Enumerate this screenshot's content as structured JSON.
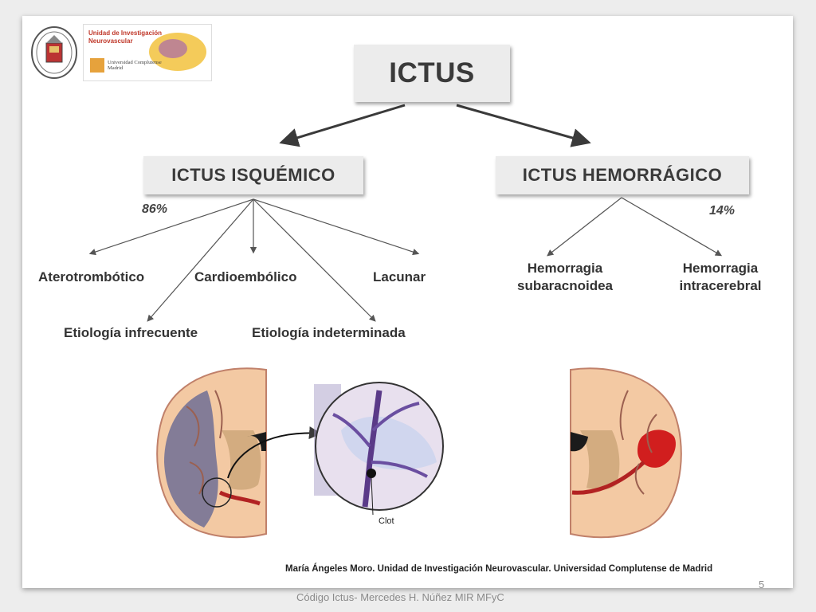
{
  "diagram": {
    "root": "ICTUS",
    "left_branch": {
      "title": "ICTUS ISQUÉMICO",
      "percent": "86%",
      "children": [
        "Aterotrombótico",
        "Cardioembólico",
        "Lacunar",
        "Etiología infrecuente",
        "Etiología indeterminada"
      ]
    },
    "right_branch": {
      "title": "ICTUS HEMORRÁGICO",
      "percent": "14%",
      "children": [
        "Hemorragia subaracnoidea",
        "Hemorragia intracerebral"
      ]
    }
  },
  "illustration": {
    "clot_label": "Clot"
  },
  "logo_badge": {
    "title": "Unidad de Investigación Neurovascular",
    "institution": "Universidad Complutense Madrid"
  },
  "credit": "María Ángeles Moro. Unidad de Investigación Neurovascular. Universidad Complutense de Madrid",
  "footer": "Código Ictus- Mercedes H. Núñez MIR MFyC",
  "page_number": "5",
  "colors": {
    "box_fill": "#ececec",
    "infarct": "#6f6e95",
    "hemorrhage": "#d11e1e",
    "brain_cortex": "#f3c9a3"
  }
}
